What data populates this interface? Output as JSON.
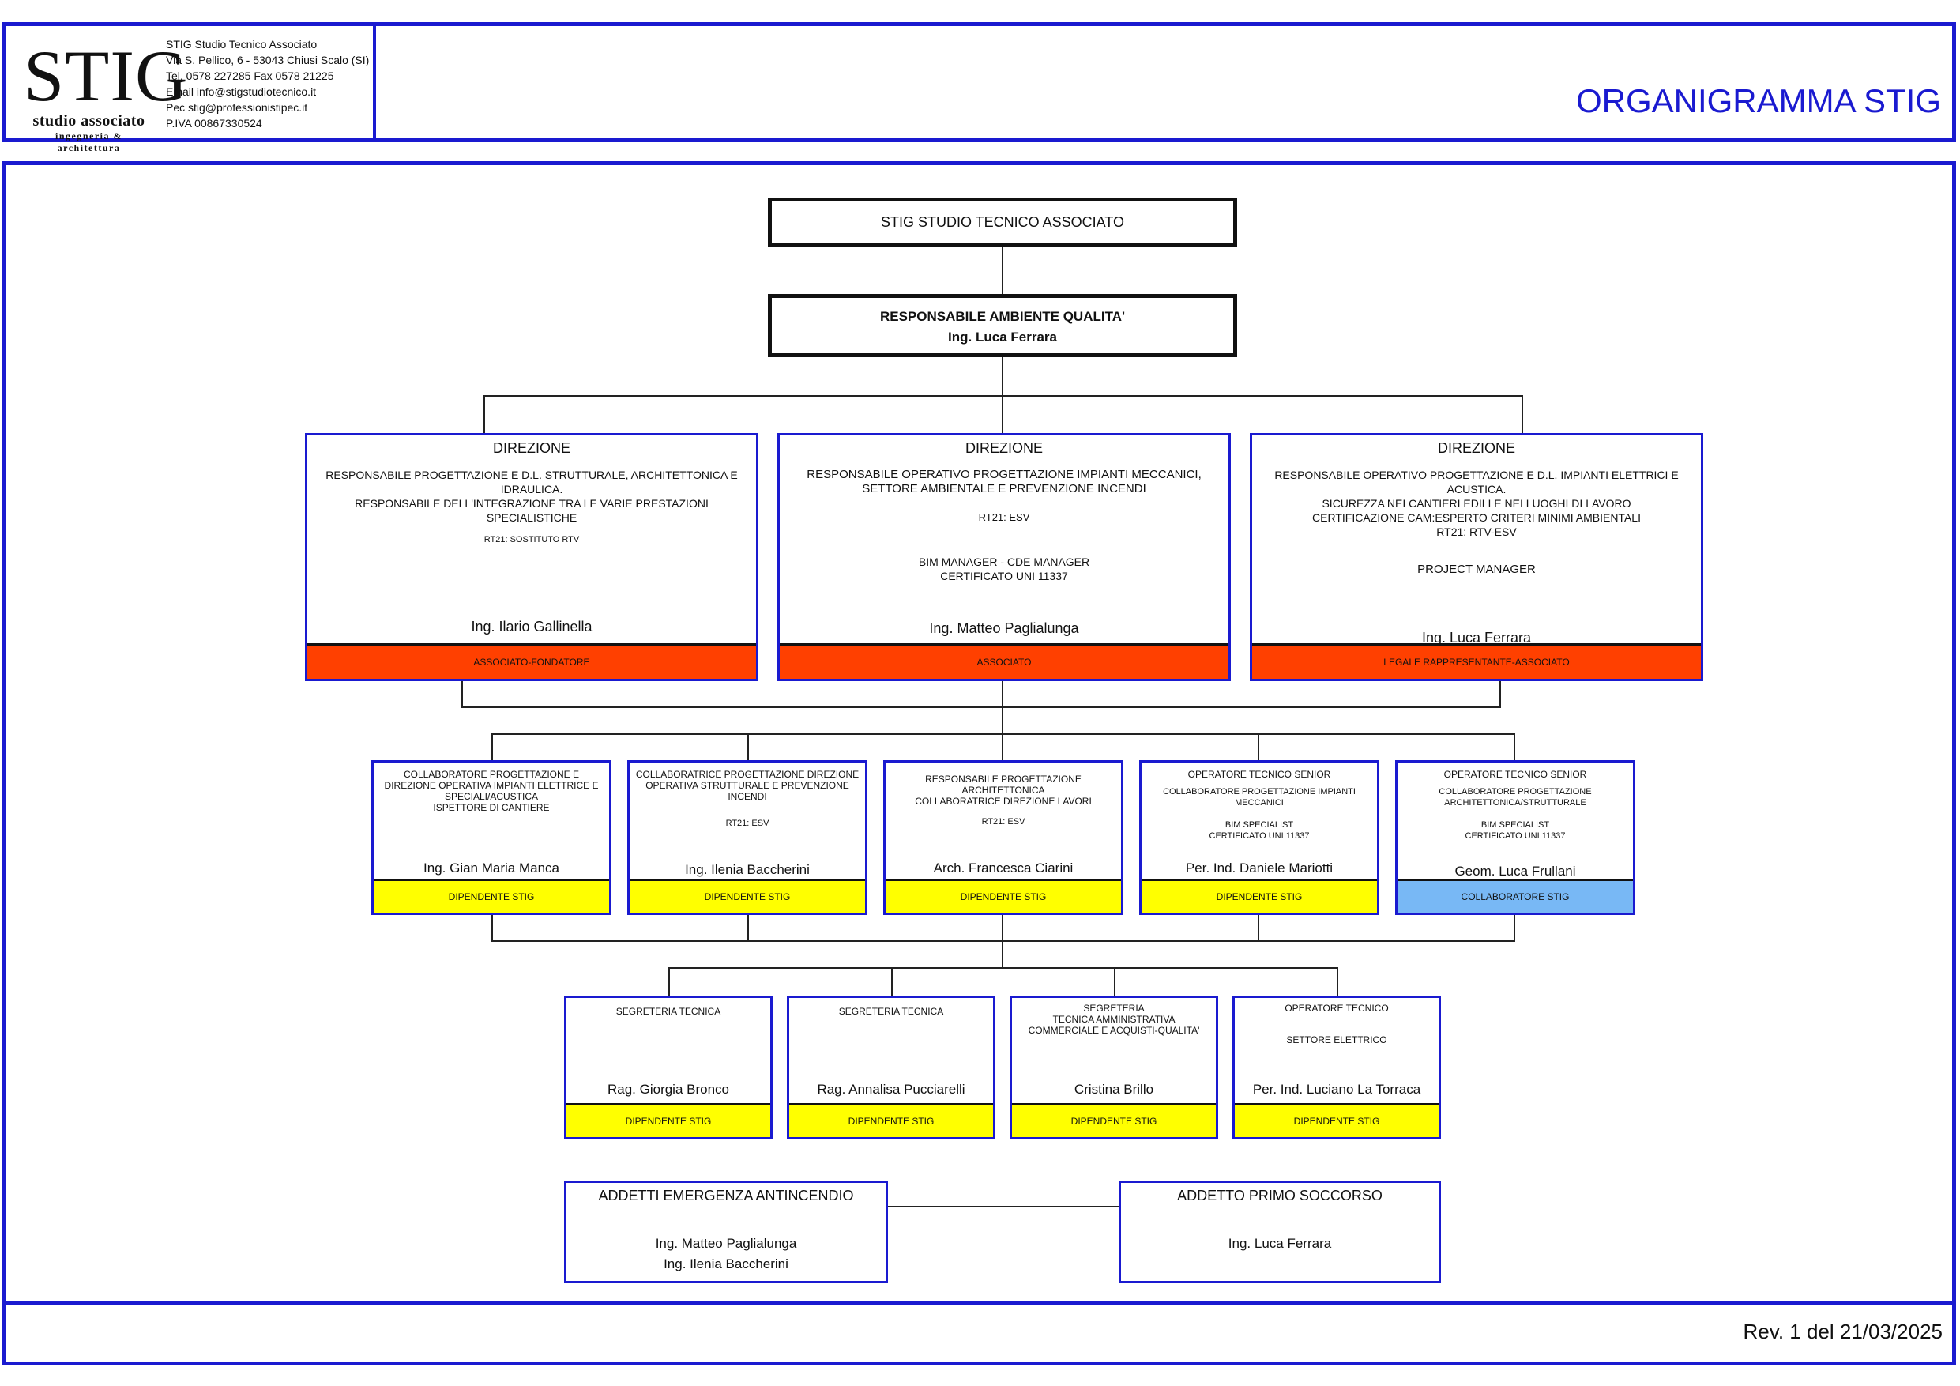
{
  "header": {
    "logo_text": "STIG",
    "logo_sub": "studio associato",
    "logo_sub2": "ingegneria & architettura",
    "contact_lines": [
      "STIG    Studio Tecnico Associato",
      "Via S. Pellico, 6 - 53043 Chiusi Scalo (SI)",
      "Tel. 0578 227285   Fax 0578 21225",
      "Email info@stigstudiotecnico.it",
      "Pec  stig@professionistipec.it",
      "P.IVA 00867330524"
    ],
    "title": "ORGANIGRAMMA STIG"
  },
  "top": {
    "org": "STIG STUDIO TECNICO ASSOCIATO",
    "quality_role": "RESPONSABILE AMBIENTE QUALITA'",
    "quality_name": "Ing. Luca Ferrara"
  },
  "directors": [
    {
      "heading": "DIREZIONE",
      "responsibility": "RESPONSABILE  PROGETTAZIONE E D.L. STRUTTURALE, ARCHITETTONICA E IDRAULICA.\nRESPONSABILE DELL'INTEGRAZIONE TRA LE VARIE PRESTAZIONI SPECIALISTICHE",
      "note1": "RT21: SOSTITUTO RTV",
      "note2": "",
      "name": "Ing. Ilario Gallinella",
      "status": "ASSOCIATO-FONDATORE"
    },
    {
      "heading": "DIREZIONE",
      "responsibility": "RESPONSABILE OPERATIVO PROGETTAZIONE IMPIANTI MECCANICI, SETTORE AMBIENTALE E PREVENZIONE INCENDI",
      "note1": "RT21: ESV",
      "note2": "BIM MANAGER - CDE MANAGER\nCERTIFICATO UNI 11337",
      "name": "Ing. Matteo Paglialunga",
      "status": "ASSOCIATO"
    },
    {
      "heading": "DIREZIONE",
      "responsibility": "RESPONSABILE OPERATIVO PROGETTAZIONE E D.L. IMPIANTI ELETTRICI E ACUSTICA.\nSICUREZZA NEI CANTIERI EDILI E NEI LUOGHI DI LAVORO\nCERTIFICAZIONE CAM:ESPERTO CRITERI MINIMI AMBIENTALI\nRT21: RTV-ESV",
      "note1": "",
      "note2": "PROJECT MANAGER",
      "name": "Ing. Luca Ferrara",
      "status": "LEGALE RAPPRESENTANTE-ASSOCIATO"
    }
  ],
  "staff": [
    {
      "role": "COLLABORATORE PROGETTAZIONE E DIREZIONE OPERATIVA IMPIANTI ELETTRICE E SPECIALI/ACUSTICA\nISPETTORE DI CANTIERE",
      "note": "",
      "name": "Ing. Gian Maria Manca",
      "status": "DIPENDENTE STIG",
      "status_color": "#ffff00"
    },
    {
      "role": "COLLABORATRICE  PROGETTAZIONE DIREZIONE OPERATIVA STRUTTURALE E PREVENZIONE INCENDI",
      "note": "RT21: ESV",
      "name": "Ing. Ilenia Baccherini",
      "status": "DIPENDENTE STIG",
      "status_color": "#ffff00"
    },
    {
      "role": "RESPONSABILE PROGETTAZIONE ARCHITETTONICA\nCOLLABORATRICE DIREZIONE LAVORI",
      "note": "RT21: ESV",
      "name": "Arch. Francesca Ciarini",
      "status": "DIPENDENTE STIG",
      "status_color": "#ffff00"
    },
    {
      "role": "OPERATORE TECNICO SENIOR",
      "note": "COLLABORATORE PROGETTAZIONE IMPIANTI MECCANICI\n\nBIM SPECIALIST\nCERTIFICATO UNI 11337",
      "name": "Per. Ind. Daniele Mariotti",
      "status": "DIPENDENTE STIG",
      "status_color": "#ffff00"
    },
    {
      "role": "OPERATORE TECNICO SENIOR",
      "note": "COLLABORATORE PROGETTAZIONE ARCHITETTONICA/STRUTTURALE\n\nBIM SPECIALIST\nCERTIFICATO UNI 11337",
      "name": "Geom. Luca Frullani",
      "status": "COLLABORATORE STIG",
      "status_color": "#78b8f5"
    }
  ],
  "support": [
    {
      "role": "SEGRETERIA TECNICA",
      "note": "",
      "name": "Rag. Giorgia Bronco",
      "status": "DIPENDENTE STIG"
    },
    {
      "role": "SEGRETERIA TECNICA",
      "note": "",
      "name": "Rag. Annalisa Pucciarelli",
      "status": "DIPENDENTE STIG"
    },
    {
      "role": "SEGRETERIA\nTECNICA AMMINISTRATIVA\nCOMMERCIALE E ACQUISTI-QUALITA'",
      "note": "",
      "name": "Cristina Brillo",
      "status": "DIPENDENTE STIG"
    },
    {
      "role": "OPERATORE TECNICO",
      "note": "SETTORE ELETTRICO",
      "name": "Per. Ind. Luciano La Torraca",
      "status": "DIPENDENTE STIG"
    }
  ],
  "emergency": {
    "fire_title": "ADDETTI EMERGENZA ANTINCENDIO",
    "fire_names": [
      "Ing. Matteo Paglialunga",
      "Ing. Ilenia Baccherini"
    ],
    "aid_title": "ADDETTO PRIMO SOCCORSO",
    "aid_name": "Ing. Luca Ferrara"
  },
  "footer": {
    "revision": "Rev. 1 del 21/03/2025"
  },
  "colors": {
    "frame": "#1a1ad0",
    "director_band": "#ff4000",
    "employee_band": "#ffff00",
    "collaborator_band": "#78b8f5"
  }
}
